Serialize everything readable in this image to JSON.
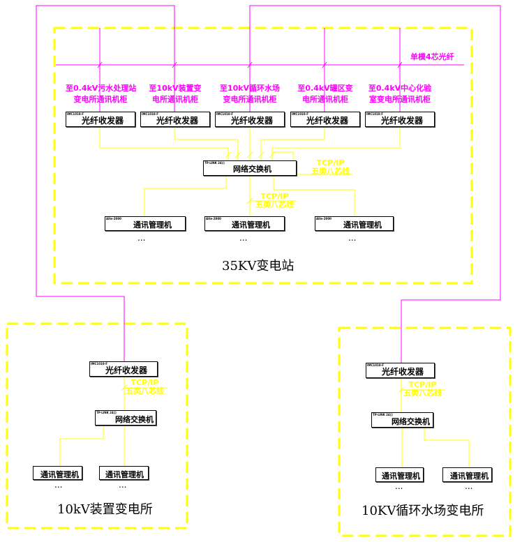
{
  "main_station": {
    "title": "35KV变电站",
    "fiber_label": "单模4芯光纤",
    "destinations": [
      {
        "line1": "至0.4kV污水处理站",
        "line2": "变电所通讯机柜"
      },
      {
        "line1": "至10kV装置变",
        "line2": "电所通讯机柜"
      },
      {
        "line1": "至10kV循环水场",
        "line2": "变电所通讯机柜"
      },
      {
        "line1": "至0.4kV罐区变",
        "line2": "电所通讯机柜"
      },
      {
        "line1": "至0.4kV中心化验",
        "line2": "室变电所通讯机柜"
      }
    ],
    "transceiver_label": "光纤收发器",
    "transceiver_model": "IMC1010-F",
    "switch_label": "网络交换机",
    "switch_model": "TP-LINK 24口",
    "cable_protocol": "TCP/IP",
    "cable_type": "五类八芯线",
    "manager_label": "通讯管理机",
    "manager_model": "Alte-2000",
    "ellipsis": "..."
  },
  "sub_left": {
    "title": "10kV装置变电所",
    "transceiver_label": "光纤收发器",
    "transceiver_model": "IMC1010-F",
    "switch_label": "网络交换机",
    "switch_model": "TP-LINK 24口",
    "cable_protocol": "TCP/IP",
    "cable_type": "五类八芯线",
    "manager_label": "通讯管理机",
    "ellipsis": "..."
  },
  "sub_right": {
    "title": "10KV循环水场变电所",
    "transceiver_label": "光纤收发器",
    "transceiver_model": "IMC1010-F",
    "switch_label": "网络交换机",
    "switch_model": "TP-LINK 24口",
    "cable_protocol": "TCP/IP",
    "cable_type": "五类八芯线",
    "manager_label": "通讯管理机",
    "ellipsis": "..."
  },
  "colors": {
    "fiber": "#ff00ff",
    "ethernet": "#ffff00",
    "boundary": "#ffff00"
  }
}
